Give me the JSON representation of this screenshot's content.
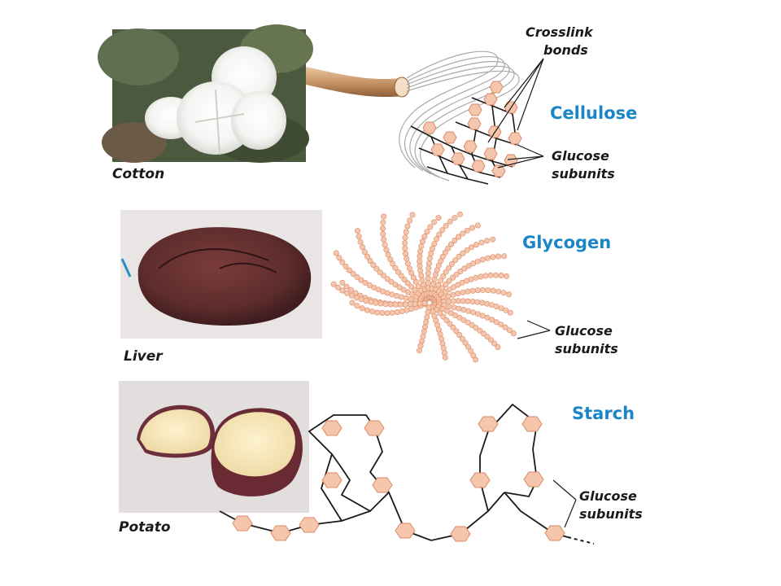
{
  "colors": {
    "title_blue": "#1a86c7",
    "glucose_fill": "#f5c6ab",
    "glucose_stroke": "#d98a6a"
  },
  "panels": {
    "cellulose": {
      "photo_label": "Cotton",
      "title": "Cellulose",
      "crosslink_label": [
        "Crosslink",
        "bonds"
      ],
      "glucose_label": [
        "Glucose",
        "subunits"
      ]
    },
    "glycogen": {
      "photo_label": "Liver",
      "title": "Glycogen",
      "glucose_label": [
        "Glucose",
        "subunits"
      ]
    },
    "starch": {
      "photo_label": "Potato",
      "title": "Starch",
      "glucose_label": [
        "Glucose",
        "subunits"
      ]
    }
  }
}
